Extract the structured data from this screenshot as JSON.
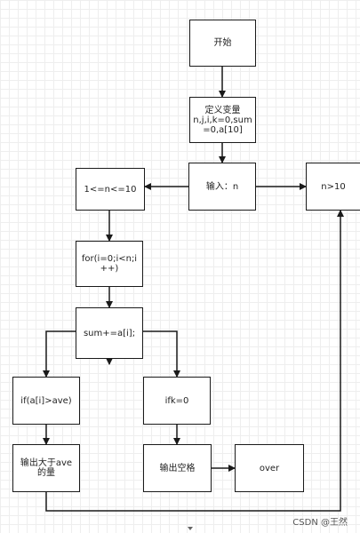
{
  "nodes": {
    "start": "开始",
    "define_vars": "定义变量\nn,j,i,k=0,sum\n=0,a[10]",
    "input_n": "输入：n",
    "n_gt_10": "n>10",
    "n_range": "1<=n<=10",
    "for_loop": "for(i=0;i<n;i\n++)",
    "sum_add": "sum+=a[i];",
    "if_gt_ave": "if(a[i]>ave)",
    "if_k_zero": "ifk=0",
    "output_count": "输出大于ave\n的量",
    "output_space": "输出空格",
    "over": "over"
  },
  "watermark": "CSDN @王然"
}
